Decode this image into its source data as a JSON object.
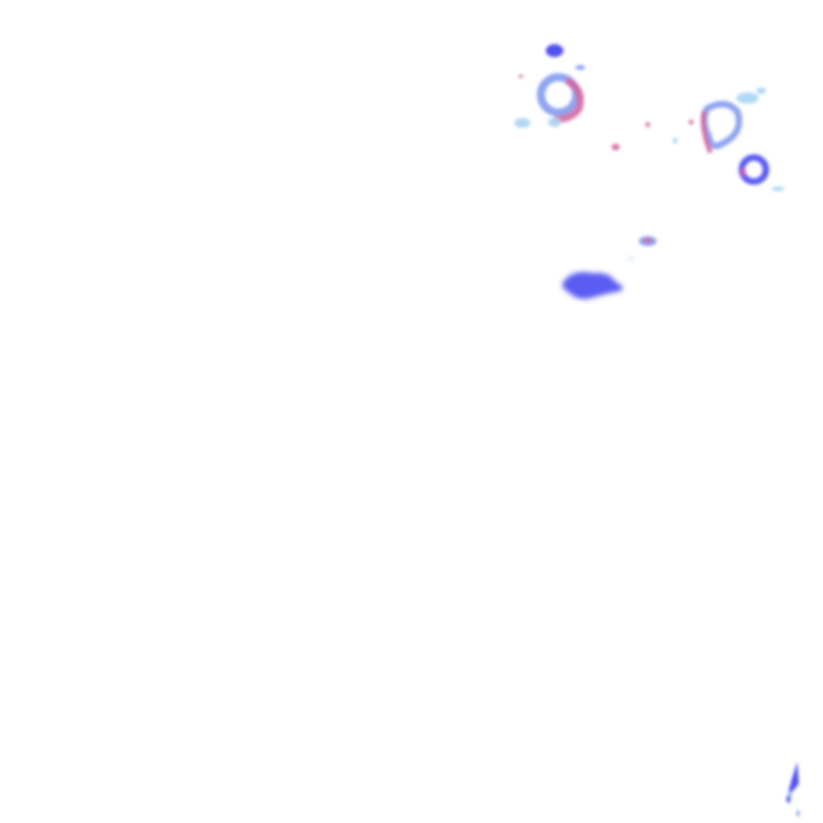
{
  "overlay": {
    "type": "weather-radar-tile",
    "background": "#ffffff",
    "palette": {
      "light": "#a9d4f2",
      "mid": "#7a95ee",
      "strong": "#3d3ff0",
      "intense": "#d2629a"
    },
    "echo_icons": [
      "precipitation-blob",
      "ring-echo",
      "streak-echo"
    ]
  }
}
